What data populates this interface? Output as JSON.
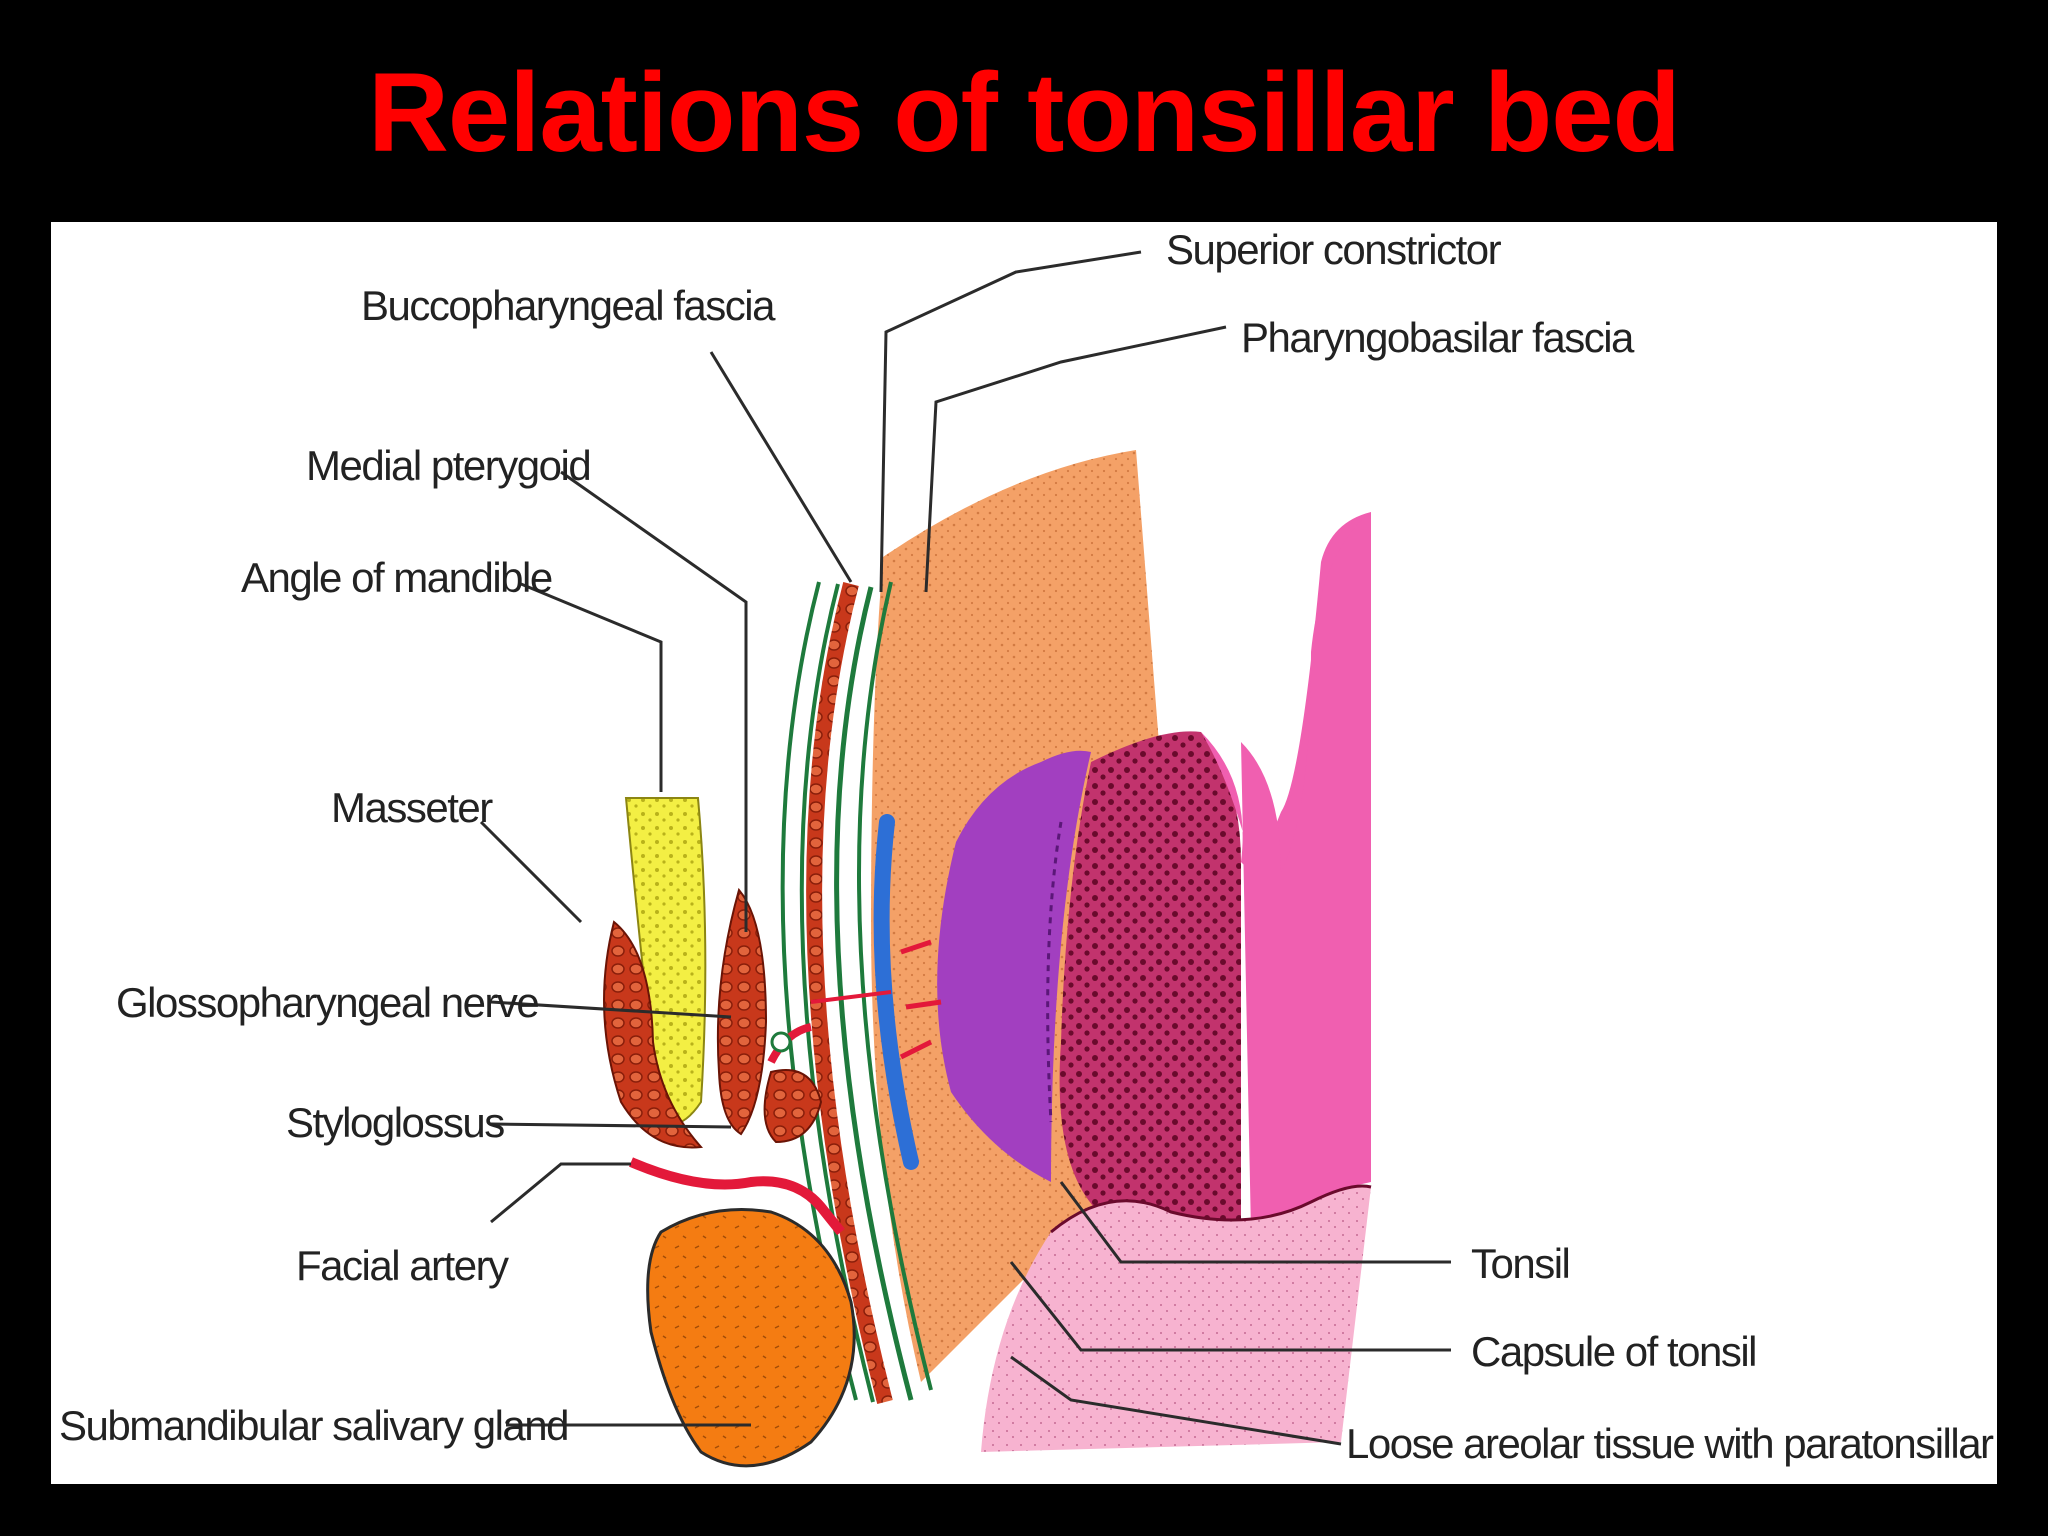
{
  "title": "Relations of tonsillar bed",
  "labels": {
    "superior_constrictor": "Superior constrictor",
    "buccopharyngeal_fascia": "Buccopharyngeal fascia",
    "pharyngobasilar_fascia": "Pharyngobasilar fascia",
    "medial_pterygoid": "Medial pterygoid",
    "angle_of_mandible": "Angle of mandible",
    "masseter": "Masseter",
    "glossopharyngeal_nerve": "Glossopharyngeal nerve",
    "styloglossus": "Styloglossus",
    "facial_artery": "Facial artery",
    "submandibular_gland": "Submandibular salivary gland",
    "tonsil": "Tonsil",
    "capsule_of_tonsil": "Capsule of tonsil",
    "loose_areolar_tissue": "Loose areolar tissue with paratonsillar vein"
  },
  "colors": {
    "background": "#000000",
    "title": "#ff0000",
    "panel": "#ffffff",
    "constrictor": "#f4a167",
    "tonsil": "#b0215c",
    "mucosa": "#f05fb0",
    "mucosa_light": "#f7b0cf",
    "capsule": "#a23fc0",
    "vein": "#2d6fd6",
    "muscle": "#c8381b",
    "bone": "#f2ee40",
    "gland": "#f47c12",
    "fascia": "#1e7a3c",
    "artery": "#e3193a"
  }
}
